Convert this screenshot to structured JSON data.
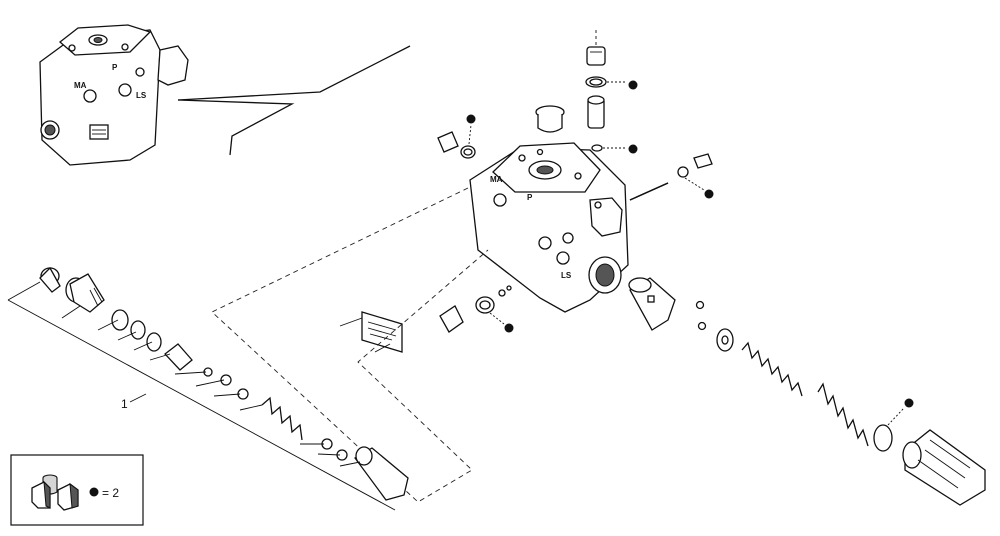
{
  "callout_numbers": {
    "item_1": "1"
  },
  "port_marks": {
    "ma": "MA",
    "p": "P",
    "ls": "LS"
  },
  "legend": {
    "equals_text": "= 2"
  },
  "colors": {
    "ink": "#111111",
    "paper": "#ffffff"
  }
}
